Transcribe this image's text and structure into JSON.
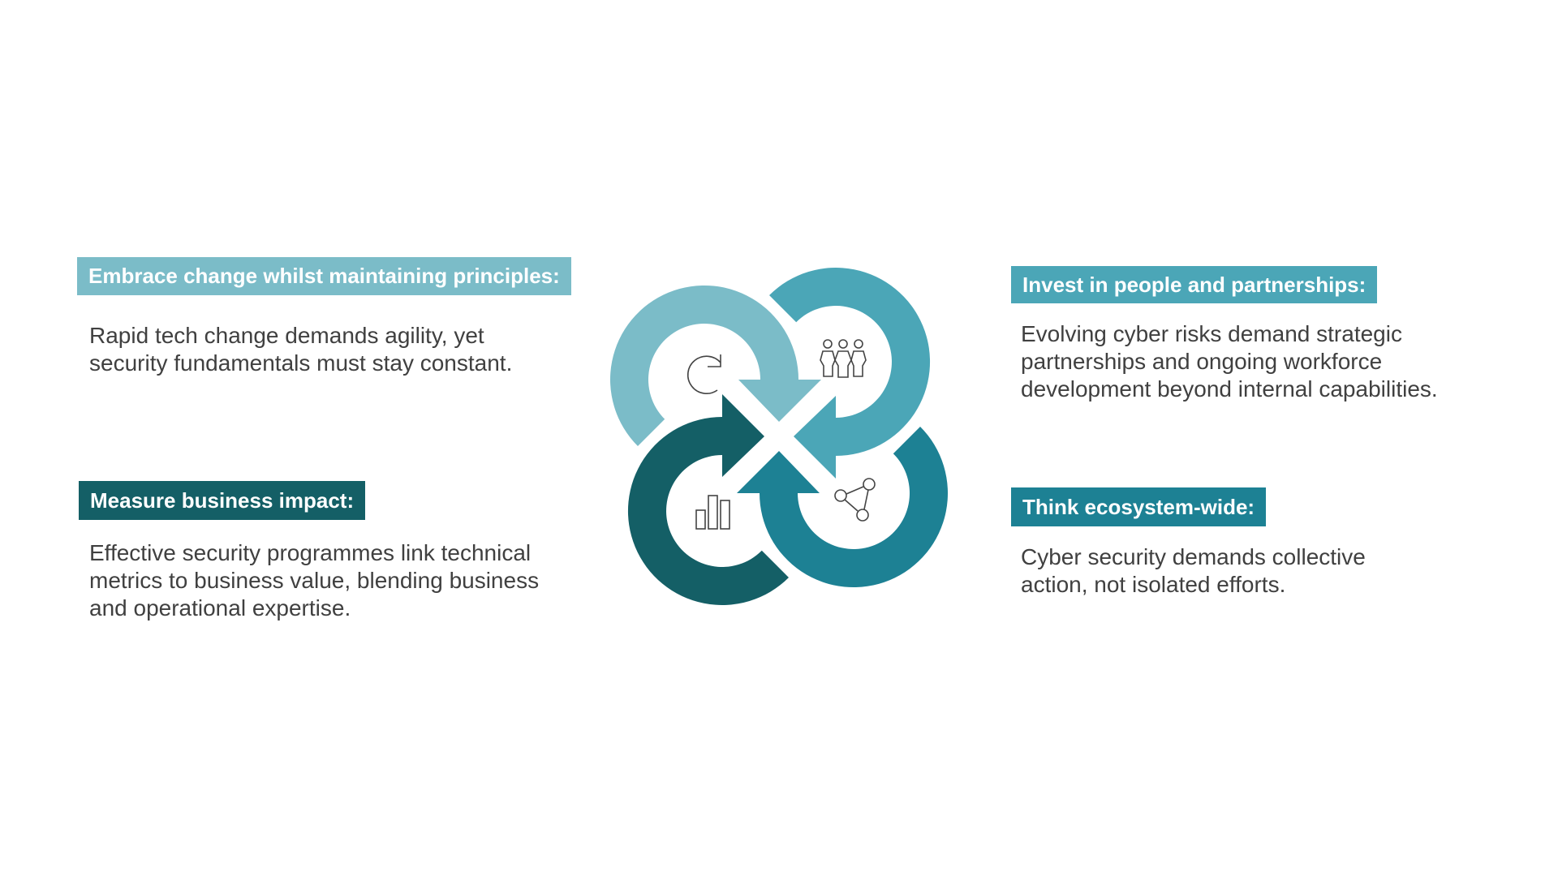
{
  "colors": {
    "light_teal": "#7bbcc8",
    "mid_teal": "#4ba6b7",
    "teal": "#1d8194",
    "dark_teal": "#145f66",
    "body_text": "#404040",
    "header_text": "#ffffff"
  },
  "sections": [
    {
      "key": "embrace",
      "title": "Embrace change whilst maintaining principles:",
      "lines": [
        "Rapid tech change demands agility, yet",
        "security fundamentals must stay constant."
      ],
      "color": "#7bbcc8",
      "icon": "refresh-icon"
    },
    {
      "key": "invest",
      "title": "Invest in people and partnerships:",
      "lines": [
        "Evolving cyber risks demand strategic",
        "partnerships and ongoing workforce",
        "development beyond internal capabilities."
      ],
      "color": "#4ba6b7",
      "icon": "people-icon"
    },
    {
      "key": "measure",
      "title": "Measure business impact:",
      "lines": [
        "Effective security programmes link technical",
        "metrics to business value, blending business",
        "and operational expertise."
      ],
      "color": "#145f66",
      "icon": "bar-chart-icon"
    },
    {
      "key": "ecosystem",
      "title": "Think ecosystem-wide:",
      "lines": [
        "Cyber security demands collective",
        "action, not isolated efforts."
      ],
      "color": "#1d8194",
      "icon": "network-icon"
    }
  ]
}
